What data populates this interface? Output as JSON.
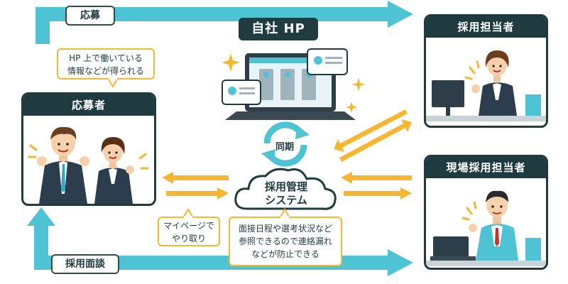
{
  "site": {
    "title": "自社 HP",
    "sync_label": "同期"
  },
  "system": {
    "line1": "採用管理",
    "line2": "システム"
  },
  "applicant": {
    "title": "応募者"
  },
  "recruiter": {
    "title": "採用担当者"
  },
  "field_recruiter": {
    "title": "現場採用担当者"
  },
  "flows": {
    "apply": "応募",
    "interview": "採用面談"
  },
  "callouts": {
    "hp_line1": "HP 上で働いている",
    "hp_line2": "情報などが得られる",
    "mypage_line1": "マイページで",
    "mypage_line2": "やり取り",
    "system_line1": "面接日程や選考状況など",
    "system_line2": "参照できるので連絡漏れ",
    "system_line3": "などが防止できる"
  },
  "colors": {
    "teal": "#4ec3d4",
    "dark": "#1f3b40",
    "accent": "#f5b731"
  }
}
